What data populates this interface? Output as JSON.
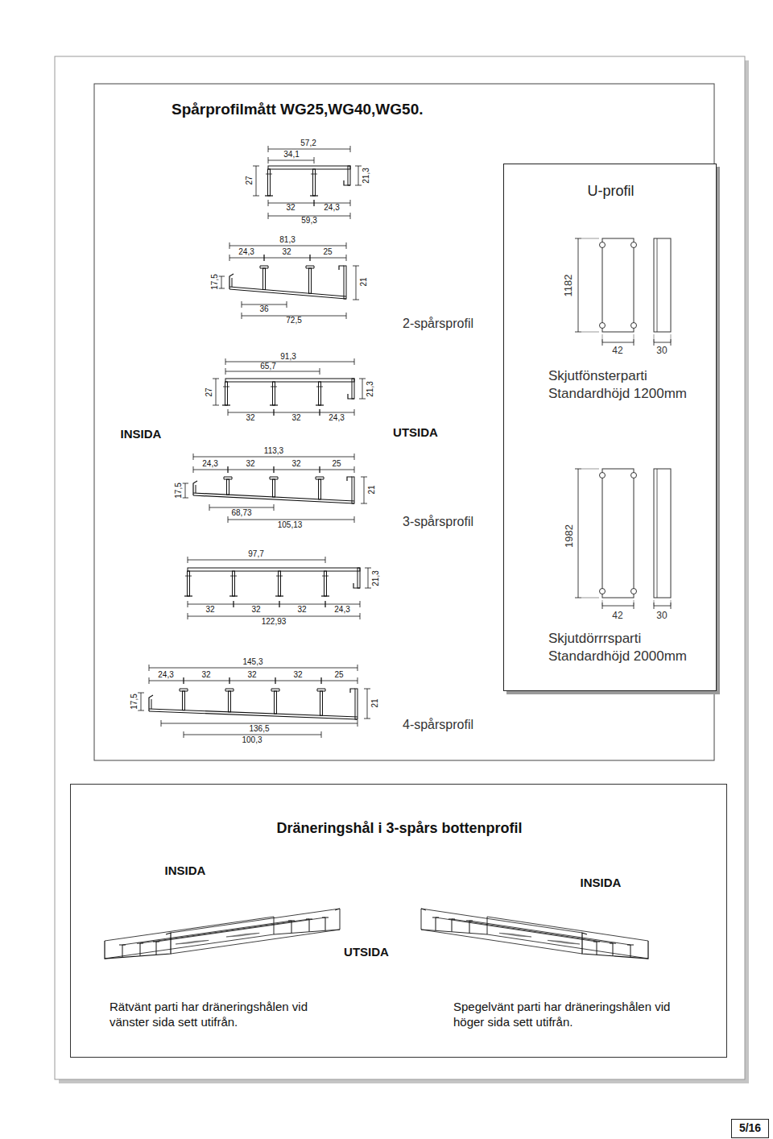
{
  "diagram": {
    "title": "Spårprofilmått WG25,WG40,WG50.",
    "nodes": [
      {
        "text": [
          "U-profil",
          "Skjutfönsterparti Standardhöjd 1200mm",
          "Skjutdörrrsparti Standardhöjd 2000mm"
        ]
      },
      {
        "text": [
          "Dräneringshål i 3-spårs bottenprofil",
          "Rätvänt parti har dräneringshålen vid vänster sida sett utifrån.",
          "Spegelvänt parti har dräneringshålen vid höger sida sett utifrån."
        ]
      },
      {
        "text": [
          "5/16"
        ]
      }
    ],
    "labels": [
      "57,2",
      "34,1",
      "27",
      "21,3",
      "32",
      "24,3",
      "59,3",
      "81,3",
      "24,3",
      "32",
      "25",
      "17,5",
      "21",
      "36",
      "72,5",
      "2-spårsprofil",
      "91,3",
      "65,7",
      "27",
      "21,3",
      "32",
      "32",
      "24,3",
      "INSIDA",
      "UTSIDA",
      "113,3",
      "24,3",
      "32",
      "32",
      "25",
      "17,5",
      "21",
      "68,73",
      "105,13",
      "3-spårsprofil",
      "97,7",
      "21,3",
      "32",
      "32",
      "32",
      "24,3",
      "122,93",
      "145,3",
      "24,3",
      "32",
      "32",
      "32",
      "25",
      "17,5",
      "21",
      "136,5",
      "100,3",
      "4-spårsprofil",
      "1182",
      "42",
      "30",
      "1982",
      "42",
      "30",
      "INSIDA",
      "INSIDA",
      "UTSIDA"
    ]
  }
}
